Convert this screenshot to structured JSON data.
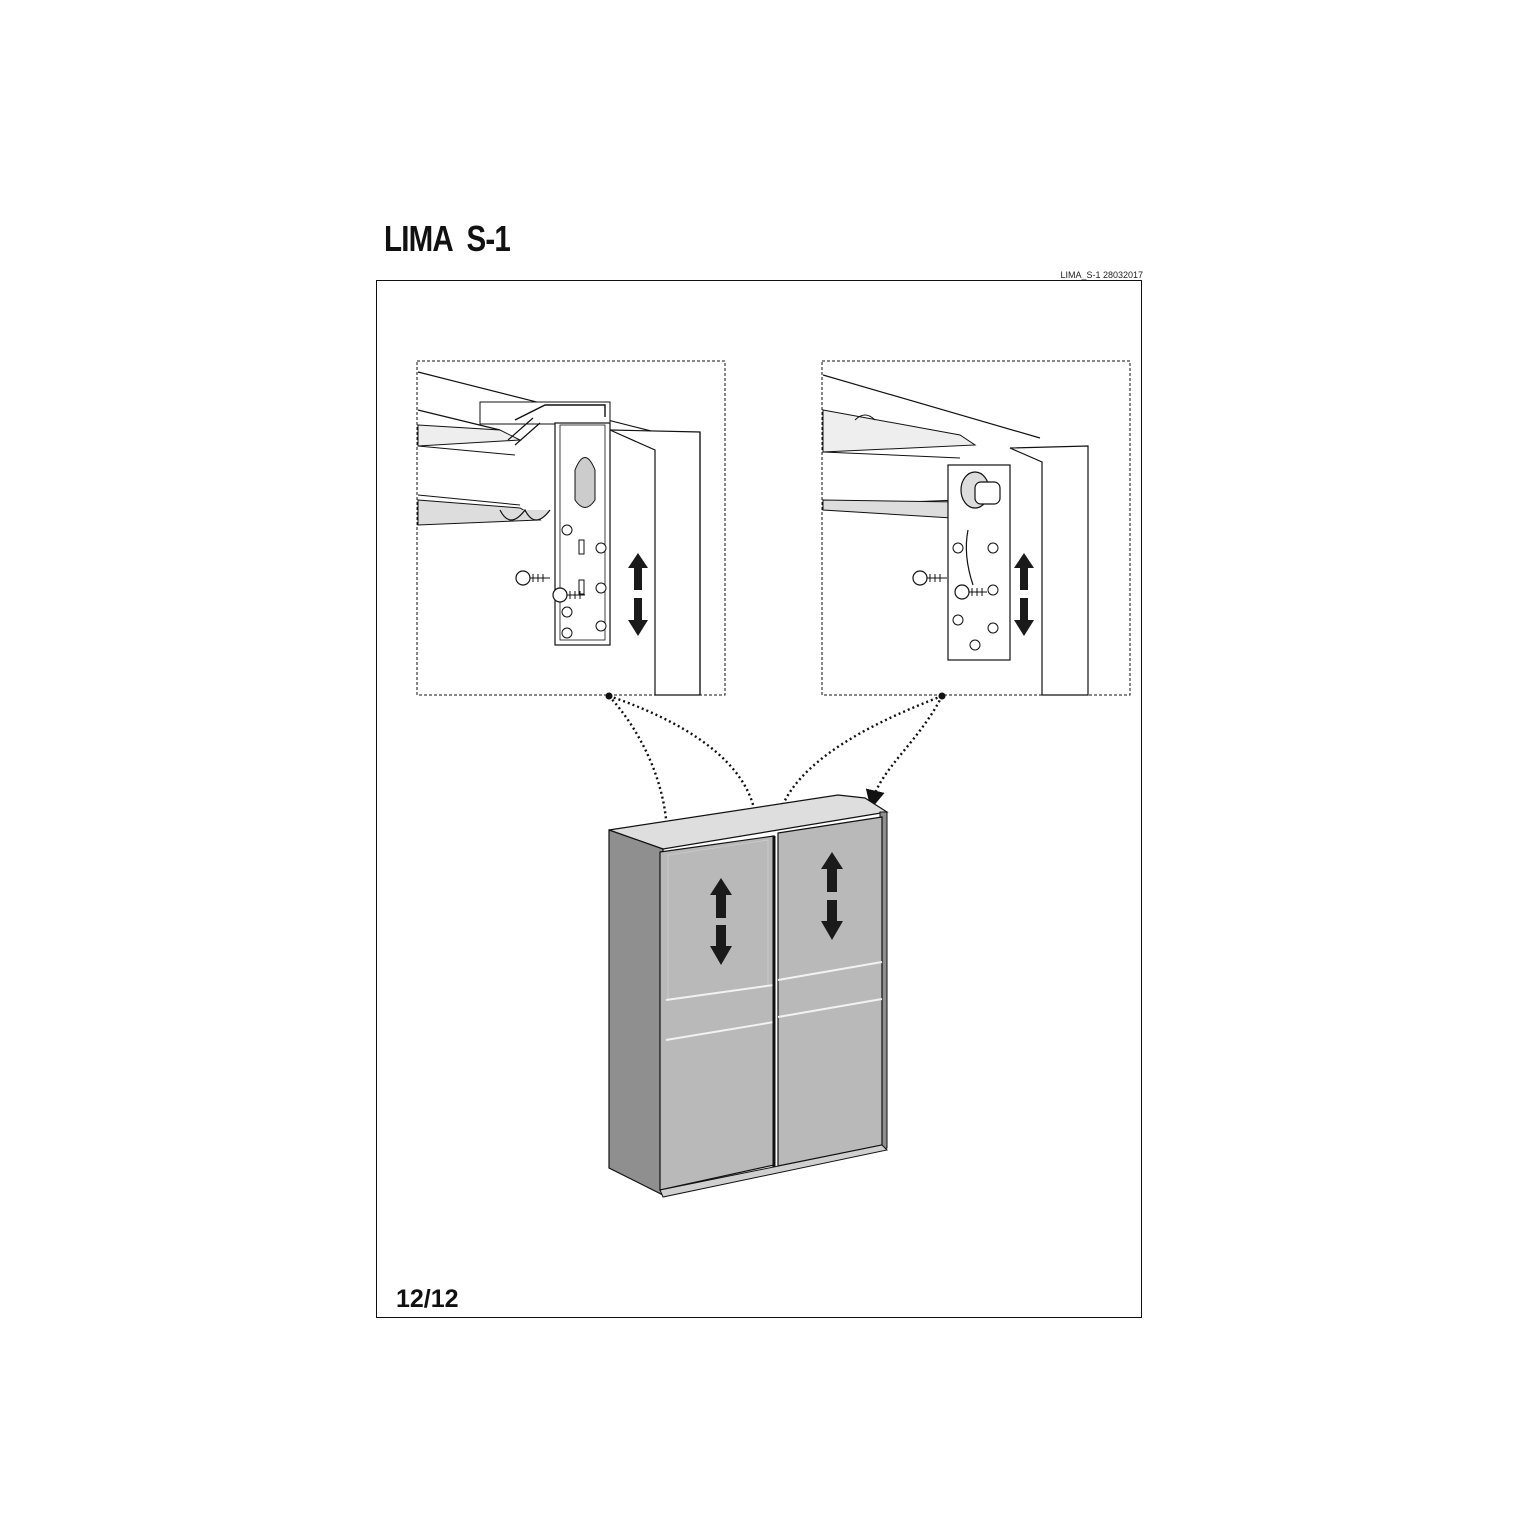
{
  "header": {
    "title": "LIMA  S-1",
    "doc_reference": "LIMA_S-1 28032017"
  },
  "footer": {
    "page_number": "12/12"
  },
  "colors": {
    "line": "#111111",
    "panel_fill": "#b9b9b9",
    "side_fill": "#8f8f8f",
    "top_fill": "#dedede",
    "arrow_fill": "#1a1a1a"
  }
}
